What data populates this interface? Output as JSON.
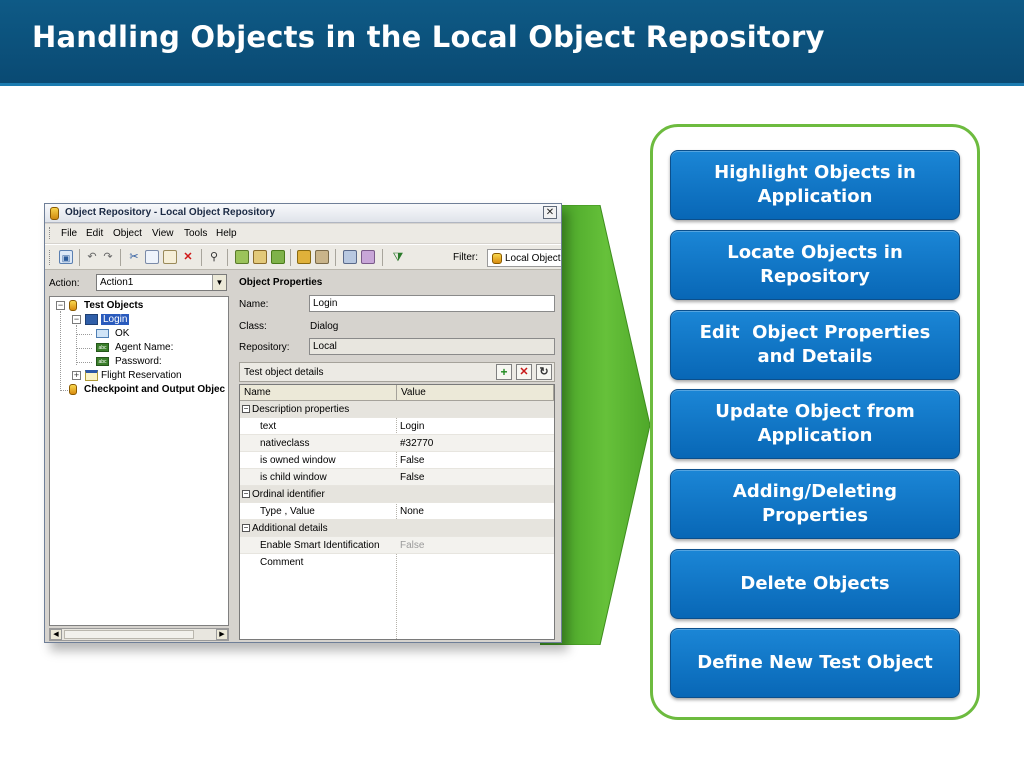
{
  "slide": {
    "title": "Handling Objects in the Local Object Repository"
  },
  "window": {
    "title": "Object Repository - Local Object Repository",
    "close_glyph": "✕",
    "menu": [
      "File",
      "Edit",
      "Object",
      "View",
      "Tools",
      "Help"
    ],
    "toolbar": {
      "filter_label": "Filter:",
      "filter_value": "Local Object"
    },
    "action_label": "Action:",
    "action_value": "Action1",
    "tree": {
      "root": "Test Objects",
      "login": "Login",
      "ok": "OK",
      "agent_name": "Agent Name:",
      "password": "Password:",
      "flight_reservation": "Flight Reservation",
      "checkpoint": "Checkpoint and Output Objec"
    },
    "properties": {
      "heading": "Object Properties",
      "name_label": "Name:",
      "name_value": "Login",
      "class_label": "Class:",
      "class_value": "Dialog",
      "repository_label": "Repository:",
      "repository_value": "Local"
    },
    "details": {
      "title": "Test object details",
      "add_glyph": "+",
      "remove_glyph": "✕",
      "refresh_glyph": "↻",
      "col_name": "Name",
      "col_value": "Value",
      "rows": [
        {
          "name": "Description properties",
          "value": "",
          "section": true
        },
        {
          "name": "text",
          "value": "Login"
        },
        {
          "name": "nativeclass",
          "value": "#32770"
        },
        {
          "name": "is owned window",
          "value": "False"
        },
        {
          "name": "is child window",
          "value": "False"
        },
        {
          "name": "Ordinal identifier",
          "value": "",
          "section": true
        },
        {
          "name": "Type , Value",
          "value": "None"
        },
        {
          "name": "Additional details",
          "value": "",
          "section": true
        },
        {
          "name": "Enable Smart Identification",
          "value": "False"
        },
        {
          "name": "Comment",
          "value": ""
        }
      ]
    }
  },
  "actions": [
    "Highlight Objects in Application",
    "Locate Objects in Repository",
    "Edit  Object Properties and Details",
    "Update Object from Application",
    "Adding/Deleting Properties",
    "Delete Objects",
    "Define New Test Object"
  ],
  "colors": {
    "title_bar": "#0a4a73",
    "panel_border": "#6dbb3f",
    "button_blue": "#0b74c6",
    "arrow_green": "#5cb832"
  }
}
